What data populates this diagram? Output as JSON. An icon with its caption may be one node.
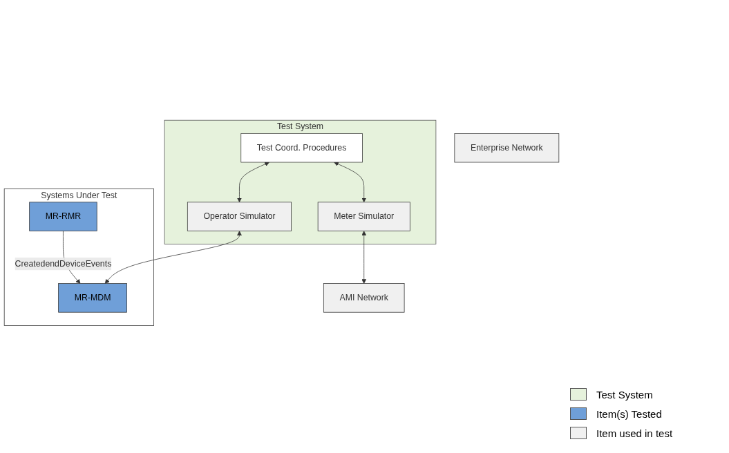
{
  "diagram": {
    "nodes": [
      {
        "text": [
          "Test System"
        ]
      },
      {
        "text": [
          "Test Coord. Procedures"
        ],
        "in": 0
      },
      {
        "text": [
          "Operator Simulator"
        ],
        "in": 0
      },
      {
        "text": [
          "Meter Simulator"
        ],
        "in": 0
      },
      {
        "text": [
          "Systems Under Test"
        ]
      },
      {
        "text": [
          "MR-RMR"
        ],
        "in": 4
      },
      {
        "text": [
          "MR-MDM"
        ],
        "in": 4
      },
      {
        "text": [
          "AMI Network"
        ]
      },
      {
        "text": [
          "Enterprise Network"
        ]
      }
    ],
    "edges": [
      {
        "from": 1,
        "to": 2,
        "arrow": "both"
      },
      {
        "from": 1,
        "to": 3,
        "arrow": "both"
      },
      {
        "from": 2,
        "to": 6,
        "arrow": "both"
      },
      {
        "from": 3,
        "to": 7,
        "arrow": "both"
      },
      {
        "from": 5,
        "to": 6,
        "arrow": "to",
        "label": "CreatedendDeviceEvents"
      }
    ],
    "legend": [
      {
        "text": "Test System",
        "color": "#e6f2dc"
      },
      {
        "text": "Item(s) Tested",
        "color": "#6f9fd8"
      },
      {
        "text": "Item used in test",
        "color": "#f0f0f0"
      }
    ]
  }
}
